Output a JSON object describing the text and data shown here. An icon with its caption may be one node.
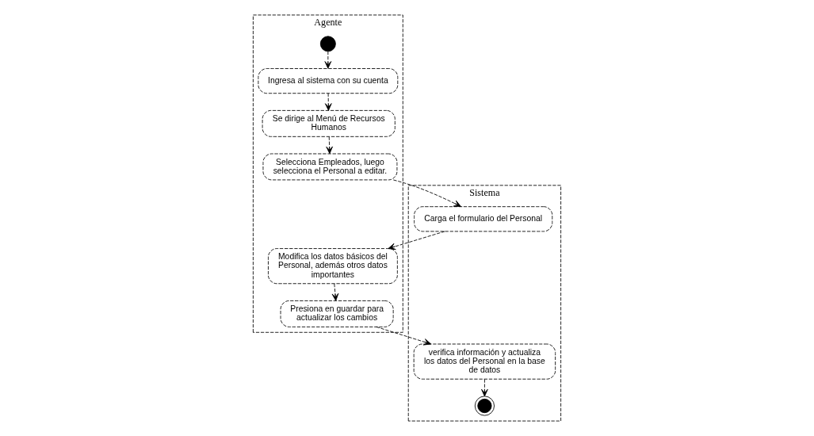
{
  "diagram": {
    "nodes": [
      {
        "text": [
          "Agente"
        ]
      },
      {
        "text": [
          "Sistema"
        ]
      },
      {
        "text": [],
        "shape": "circle",
        "in": 0
      },
      {
        "text": [
          "Ingresa al sistema con su cuenta"
        ],
        "in": 0
      },
      {
        "text": [
          "Se dirige al Menú de Recursos Humanos"
        ],
        "in": 0
      },
      {
        "text": [
          "Selecciona Empleados, luego selecciona el Personal a editar."
        ],
        "in": 0
      },
      {
        "text": [
          "Carga el formulario del Personal"
        ],
        "in": 1
      },
      {
        "text": [
          "Modifica los datos básicos del Personal, además otros datos importantes"
        ],
        "in": 0
      },
      {
        "text": [
          "Presiona en guardar para actualizar los cambios"
        ],
        "in": 0
      },
      {
        "text": [
          "verifica información y actualiza los datos del Personal en la base de datos"
        ],
        "in": 1
      },
      {
        "text": [],
        "shape": "bullseye",
        "in": 1
      }
    ],
    "edges": [
      {
        "from": 2,
        "to": 3,
        "arrow": "to"
      },
      {
        "from": 3,
        "to": 4,
        "arrow": "to"
      },
      {
        "from": 4,
        "to": 5,
        "arrow": "to"
      },
      {
        "from": 5,
        "to": 6,
        "arrow": "to"
      },
      {
        "from": 6,
        "to": 7,
        "arrow": "to"
      },
      {
        "from": 7,
        "to": 8,
        "arrow": "to"
      },
      {
        "from": 8,
        "to": 9,
        "arrow": "to"
      },
      {
        "from": 9,
        "to": 10,
        "arrow": "to"
      }
    ]
  }
}
